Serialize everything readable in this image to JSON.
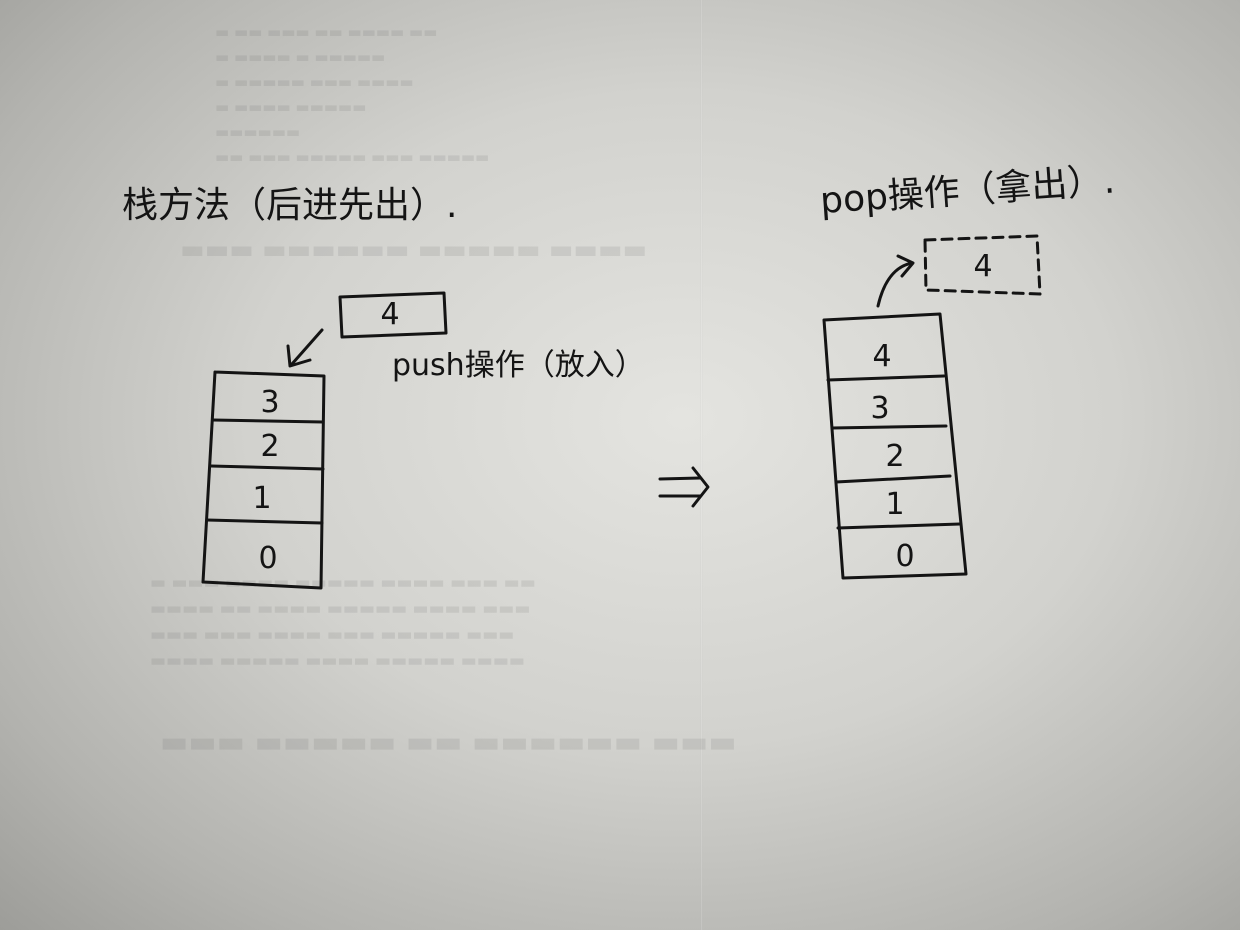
{
  "title_left": "栈方法（后进先出）.",
  "title_right": "pop操作（拿出）.",
  "push_label": "push操作（放入）",
  "push_item": "4",
  "pop_item": "4",
  "transition_symbol": "=⟩",
  "left_stack": [
    "3",
    "2",
    "1",
    "0"
  ],
  "right_stack": [
    "4",
    "3",
    "2",
    "1",
    "0"
  ],
  "ink_color": "#141414"
}
